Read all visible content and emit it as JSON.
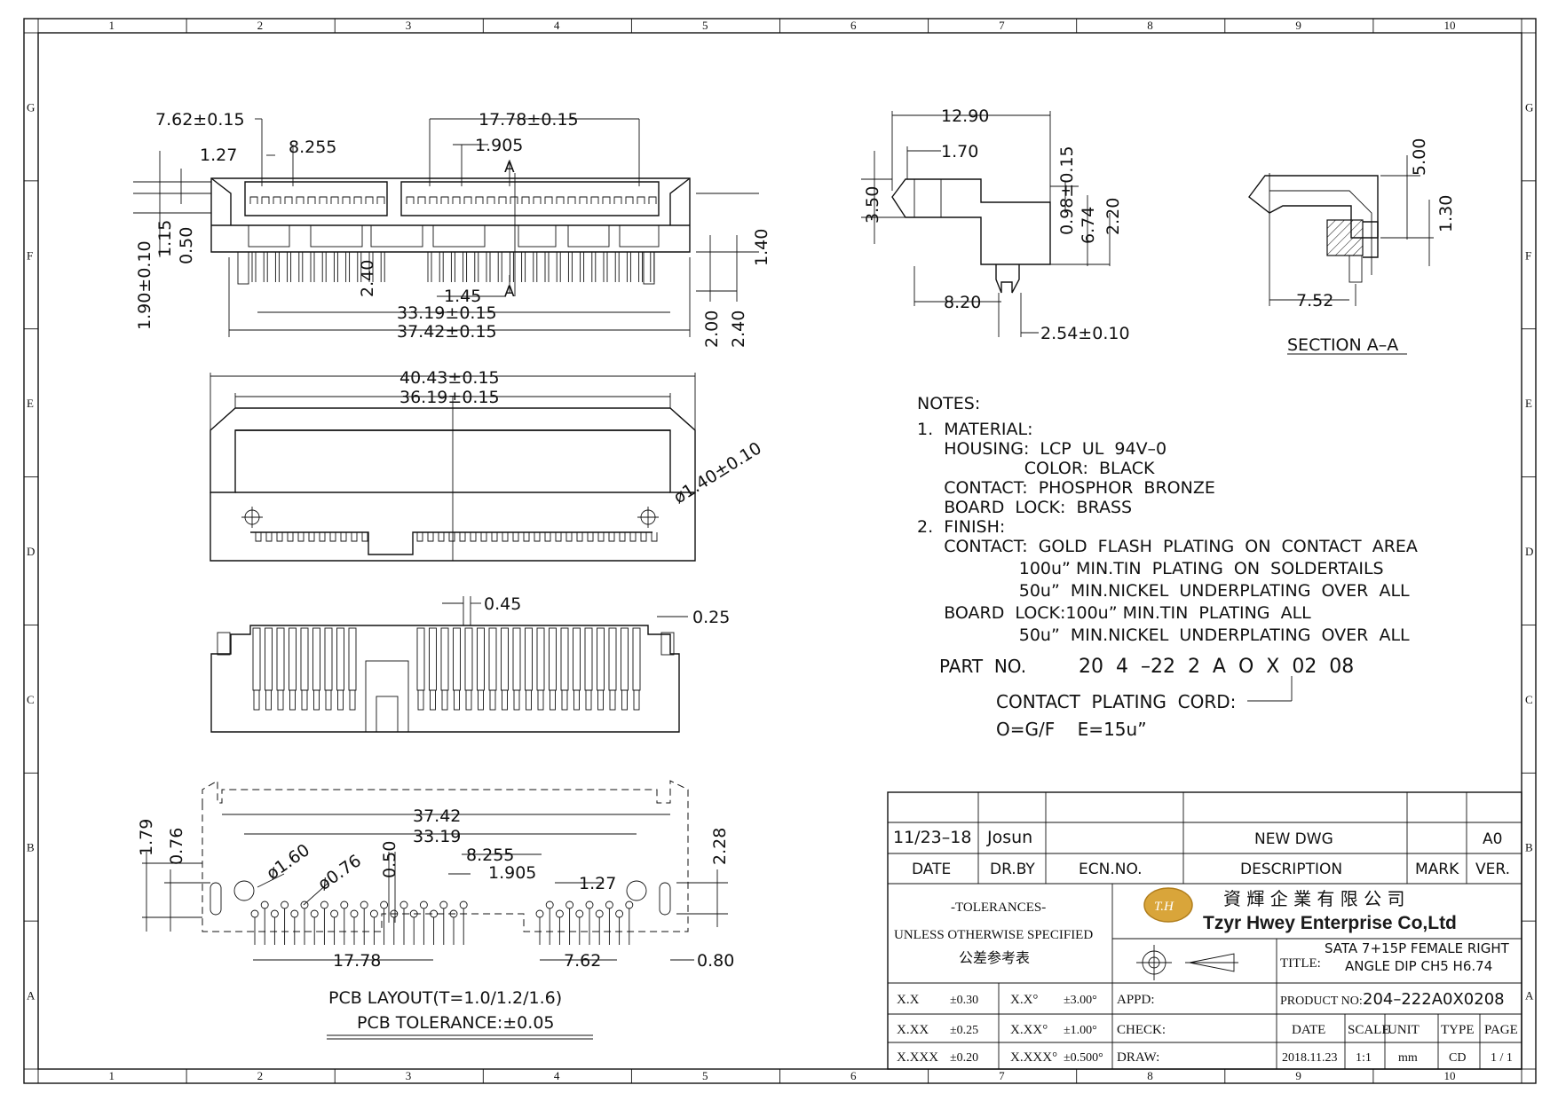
{
  "zones": {
    "columns": [
      "1",
      "2",
      "3",
      "4",
      "5",
      "6",
      "7",
      "8",
      "9",
      "10"
    ],
    "rows": [
      "G",
      "F",
      "E",
      "D",
      "C",
      "B",
      "A"
    ]
  },
  "front_view": {
    "dims": {
      "pitch_left": "7.62±0.15",
      "pitch_right": "17.78±0.15",
      "d1_27": "1.27",
      "d8_255": "8.255",
      "d1_905": "1.905",
      "d2_40": "2.40",
      "d1_45": "1.45",
      "d33_19": "33.19±0.15",
      "d37_42": "37.42±0.15",
      "v1_90": "1.90±0.10",
      "v1_15": "1.15",
      "v0_50": "0.50",
      "v1_40": "1.40",
      "v2_00": "2.00",
      "v2_40": "2.40",
      "section_a_top": "A",
      "section_a_bottom": "A"
    }
  },
  "top_view": {
    "dims": {
      "d40_43": "40.43±0.15",
      "d36_19": "36.19±0.15",
      "hole": "ø1.40±0.10"
    }
  },
  "pin_view": {
    "dims": {
      "d0_45": "0.45",
      "d0_25": "0.25"
    }
  },
  "pcb_view": {
    "dims": {
      "d37_42": "37.42",
      "d33_19": "33.19",
      "d8_255": "8.255",
      "d1_905": "1.905",
      "d1_27": "1.27",
      "d17_78": "17.78",
      "d7_62": "7.62",
      "d0_80": "0.80",
      "d1_79": "1.79",
      "d0_76v": "0.76",
      "hole1_60": "ø1.60",
      "hole0_76": "ø0.76",
      "d0_50": "0.50",
      "d2_28": "2.28"
    },
    "caption_line1": "PCB  LAYOUT(T=1.0/1.2/1.6)",
    "caption_line2": "PCB  TOLERANCE:±0.05"
  },
  "side_view": {
    "dims": {
      "d12_90": "12.90",
      "d1_70": "1.70",
      "d3_50": "3.50",
      "d0_98": "0.98±0.15",
      "d6_74": "6.74",
      "d2_20": "2.20",
      "d8_20": "8.20",
      "d2_54": "2.54±0.10"
    }
  },
  "section_view": {
    "dims": {
      "d5_00": "5.00",
      "d1_30": "1.30",
      "d7_52": "7.52"
    },
    "label": "SECTION  A–A"
  },
  "notes": {
    "lines": [
      "NOTES:",
      "1.  MATERIAL:",
      "     HOUSING:  LCP  UL  94V–0",
      "                    COLOR:  BLACK",
      "     CONTACT:  PHOSPHOR  BRONZE",
      "     BOARD  LOCK:  BRASS",
      "2.  FINISH:",
      "     CONTACT:  GOLD  FLASH  PLATING  ON  CONTACT  AREA",
      "                   100u” MIN.TIN  PLATING  ON  SOLDERTAILS",
      "                   50u”  MIN.NICKEL  UNDERPLATING  OVER  ALL",
      "     BOARD  LOCK:100u” MIN.TIN  PLATING  ALL",
      "                   50u”  MIN.NICKEL  UNDERPLATING  OVER  ALL"
    ],
    "part_no_label": "PART  NO.",
    "part_no_value": "20  4  –22  2  A  O  X  02  08",
    "cord_label": "CONTACT  PLATING  CORD:",
    "cord_values": "O=G/F    E=15u”"
  },
  "title_block": {
    "rev_date": "11/23–18",
    "rev_drby": "Josun",
    "rev_desc": "NEW  DWG",
    "rev_ver": "A0",
    "hdr_date": "DATE",
    "hdr_drby": "DR.BY",
    "hdr_ecn": "ECN.NO.",
    "hdr_desc": "DESCRIPTION",
    "hdr_mark": "MARK",
    "hdr_ver": "VER.",
    "tol_title": "-TOLERANCES-",
    "tol_unless": "UNLESS OTHERWISE SPECIFIED",
    "tol_cn": "公差参考表",
    "company_cn": "資 輝 企 業 有 限 公 司",
    "company_en": "Tzyr Hwey Enterprise Co,Ltd",
    "logo_text": "T.H",
    "title_label": "TITLE:",
    "title_value_1": "SATA 7+15P FEMALE RIGHT",
    "title_value_2": "ANGLE DIP CH5 H6.74",
    "tol_rows": [
      {
        "a": "X.X",
        "b": "±0.30",
        "c": "X.X°",
        "d": "±3.00°"
      },
      {
        "a": "X.XX",
        "b": "±0.25",
        "c": "X.XX°",
        "d": "±1.00°"
      },
      {
        "a": "X.XXX",
        "b": "±0.20",
        "c": "X.XXX°",
        "d": "±0.500°"
      }
    ],
    "appd": "APPD:",
    "check": "CHECK:",
    "draw": "DRAW:",
    "product_no_label": "PRODUCT NO:",
    "product_no_value": "204–222A0X0208",
    "h_date": "DATE",
    "h_scale": "SCALE",
    "h_unit": "UNIT",
    "h_type": "TYPE",
    "h_page": "PAGE",
    "v_date": "2018.11.23",
    "v_scale": "1:1",
    "v_unit": "mm",
    "v_type": "CD",
    "v_page": "1 / 1"
  }
}
